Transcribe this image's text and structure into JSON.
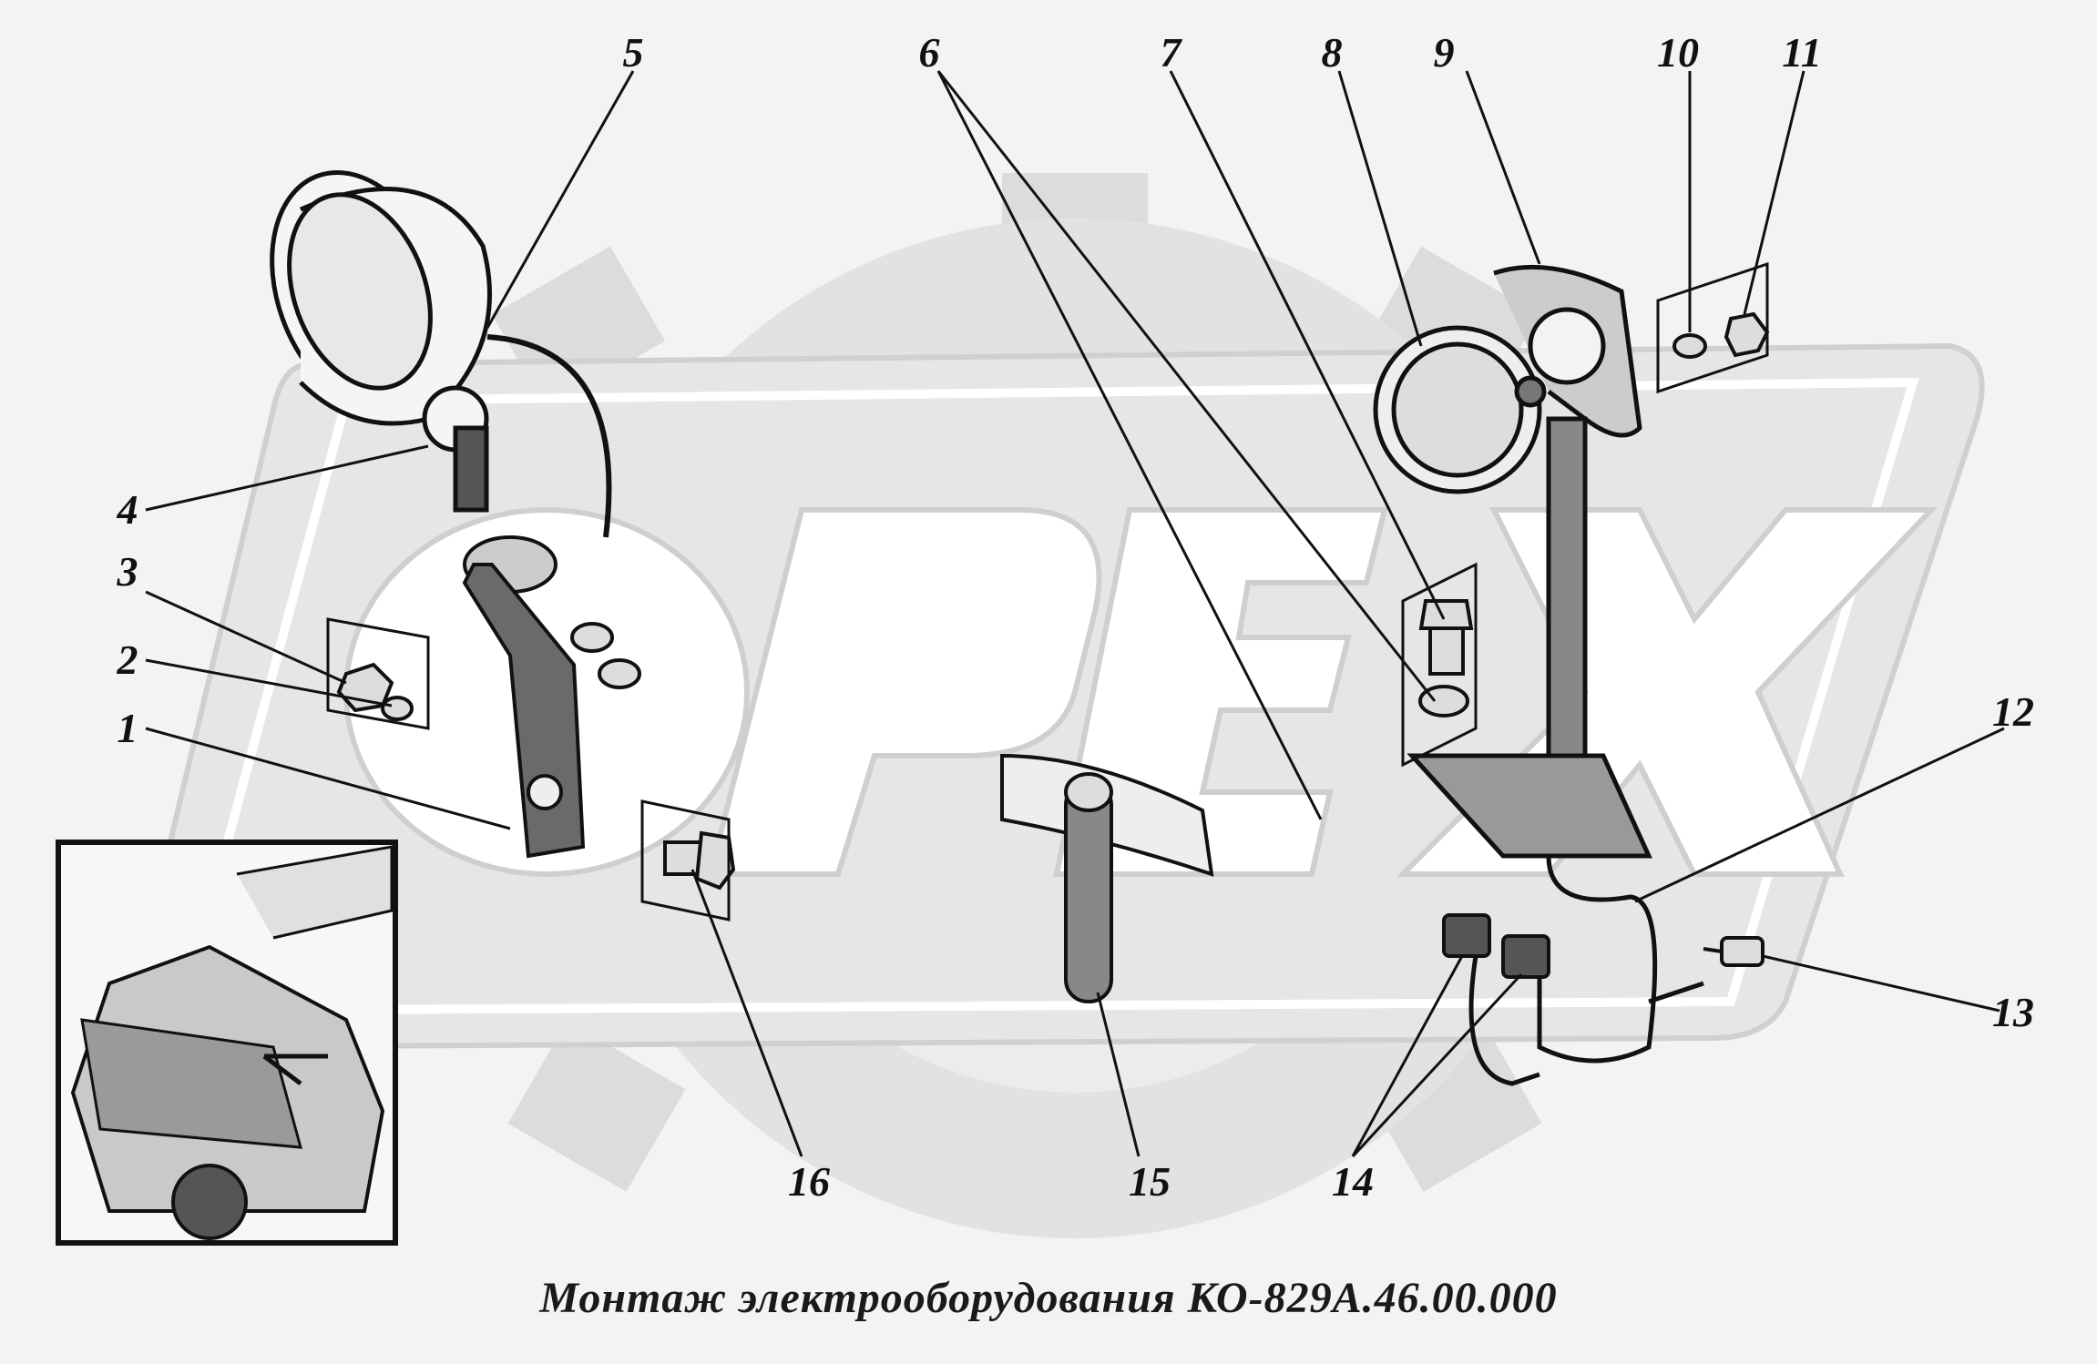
{
  "caption": "Монтаж электрооборудования КО-829А.46.00.000",
  "watermark": "ОРЕХ",
  "callouts": [
    {
      "id": "1",
      "text": "1"
    },
    {
      "id": "2",
      "text": "2"
    },
    {
      "id": "3",
      "text": "3"
    },
    {
      "id": "4",
      "text": "4"
    },
    {
      "id": "5",
      "text": "5"
    },
    {
      "id": "6",
      "text": "6"
    },
    {
      "id": "7",
      "text": "7"
    },
    {
      "id": "8",
      "text": "8"
    },
    {
      "id": "9",
      "text": "9"
    },
    {
      "id": "10",
      "text": "10"
    },
    {
      "id": "11",
      "text": "11"
    },
    {
      "id": "12",
      "text": "12"
    },
    {
      "id": "13",
      "text": "13"
    },
    {
      "id": "14",
      "text": "14"
    },
    {
      "id": "15",
      "text": "15"
    },
    {
      "id": "16",
      "text": "16"
    }
  ],
  "colors": {
    "background": "#f3f3f1",
    "ink": "#111111",
    "watermark": "#d9d9d7"
  }
}
